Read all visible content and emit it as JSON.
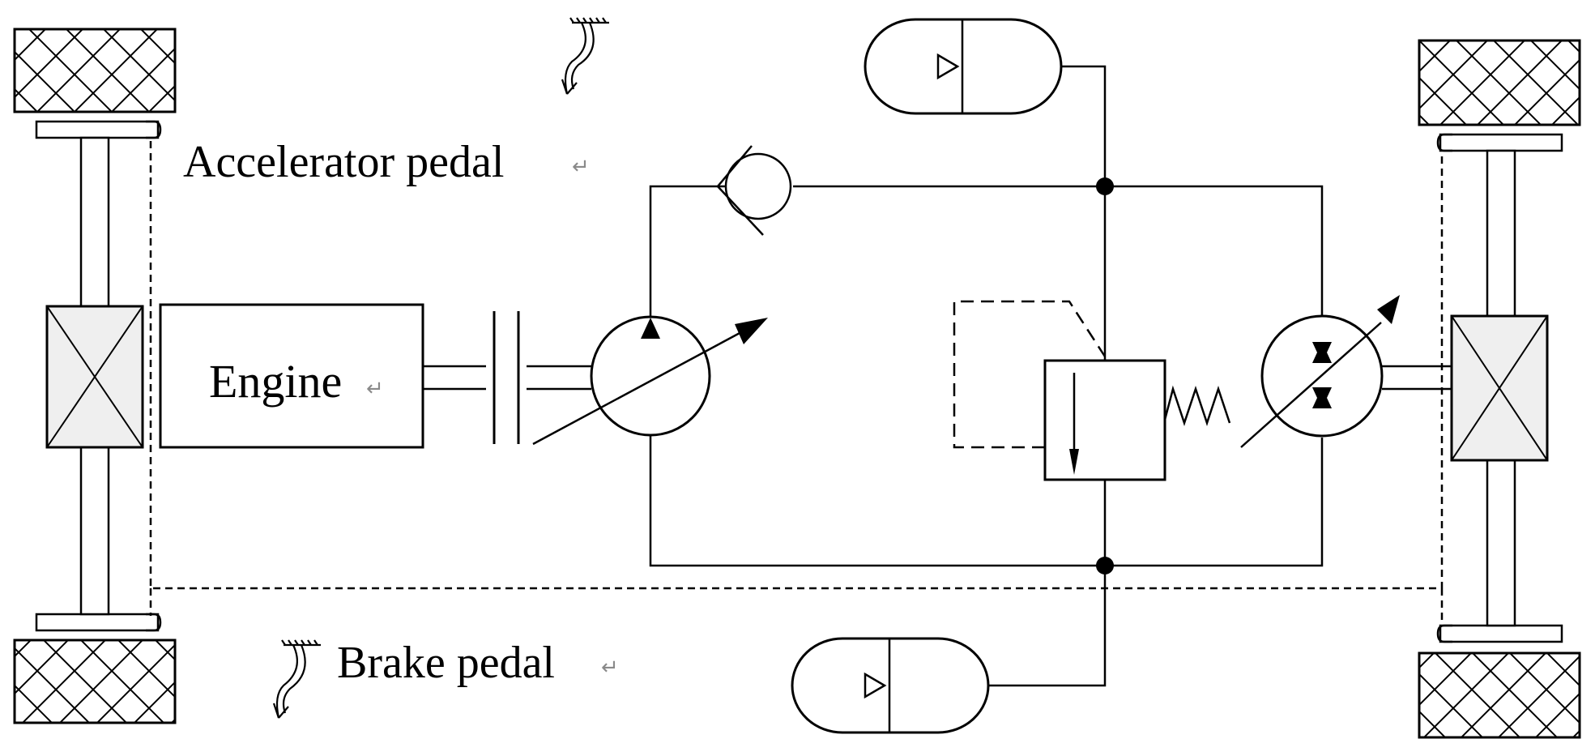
{
  "labels": {
    "accelerator": "Accelerator pedal",
    "engine": "Engine",
    "brake": "Brake pedal"
  },
  "paragraph_mark": "↵",
  "colors": {
    "line": "#000000",
    "component_fill": "#efefef",
    "background": "#ffffff"
  }
}
